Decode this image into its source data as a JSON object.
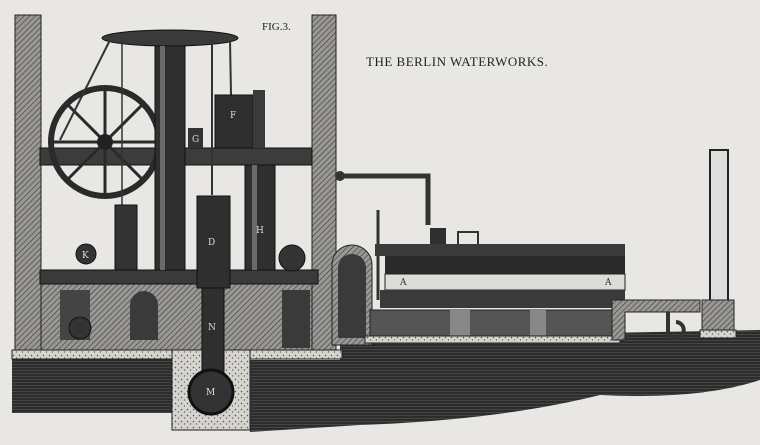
{
  "figure_label": "FIG.3.",
  "title": "THE BERLIN WATERWORKS.",
  "part_labels": {
    "k": "K",
    "f": "F",
    "g": "G",
    "d": "D",
    "h": "H",
    "n": "N",
    "m": "M",
    "a1": "A",
    "a2": "A"
  },
  "colors": {
    "paper": "#e9e7e3",
    "ink": "#262626"
  }
}
